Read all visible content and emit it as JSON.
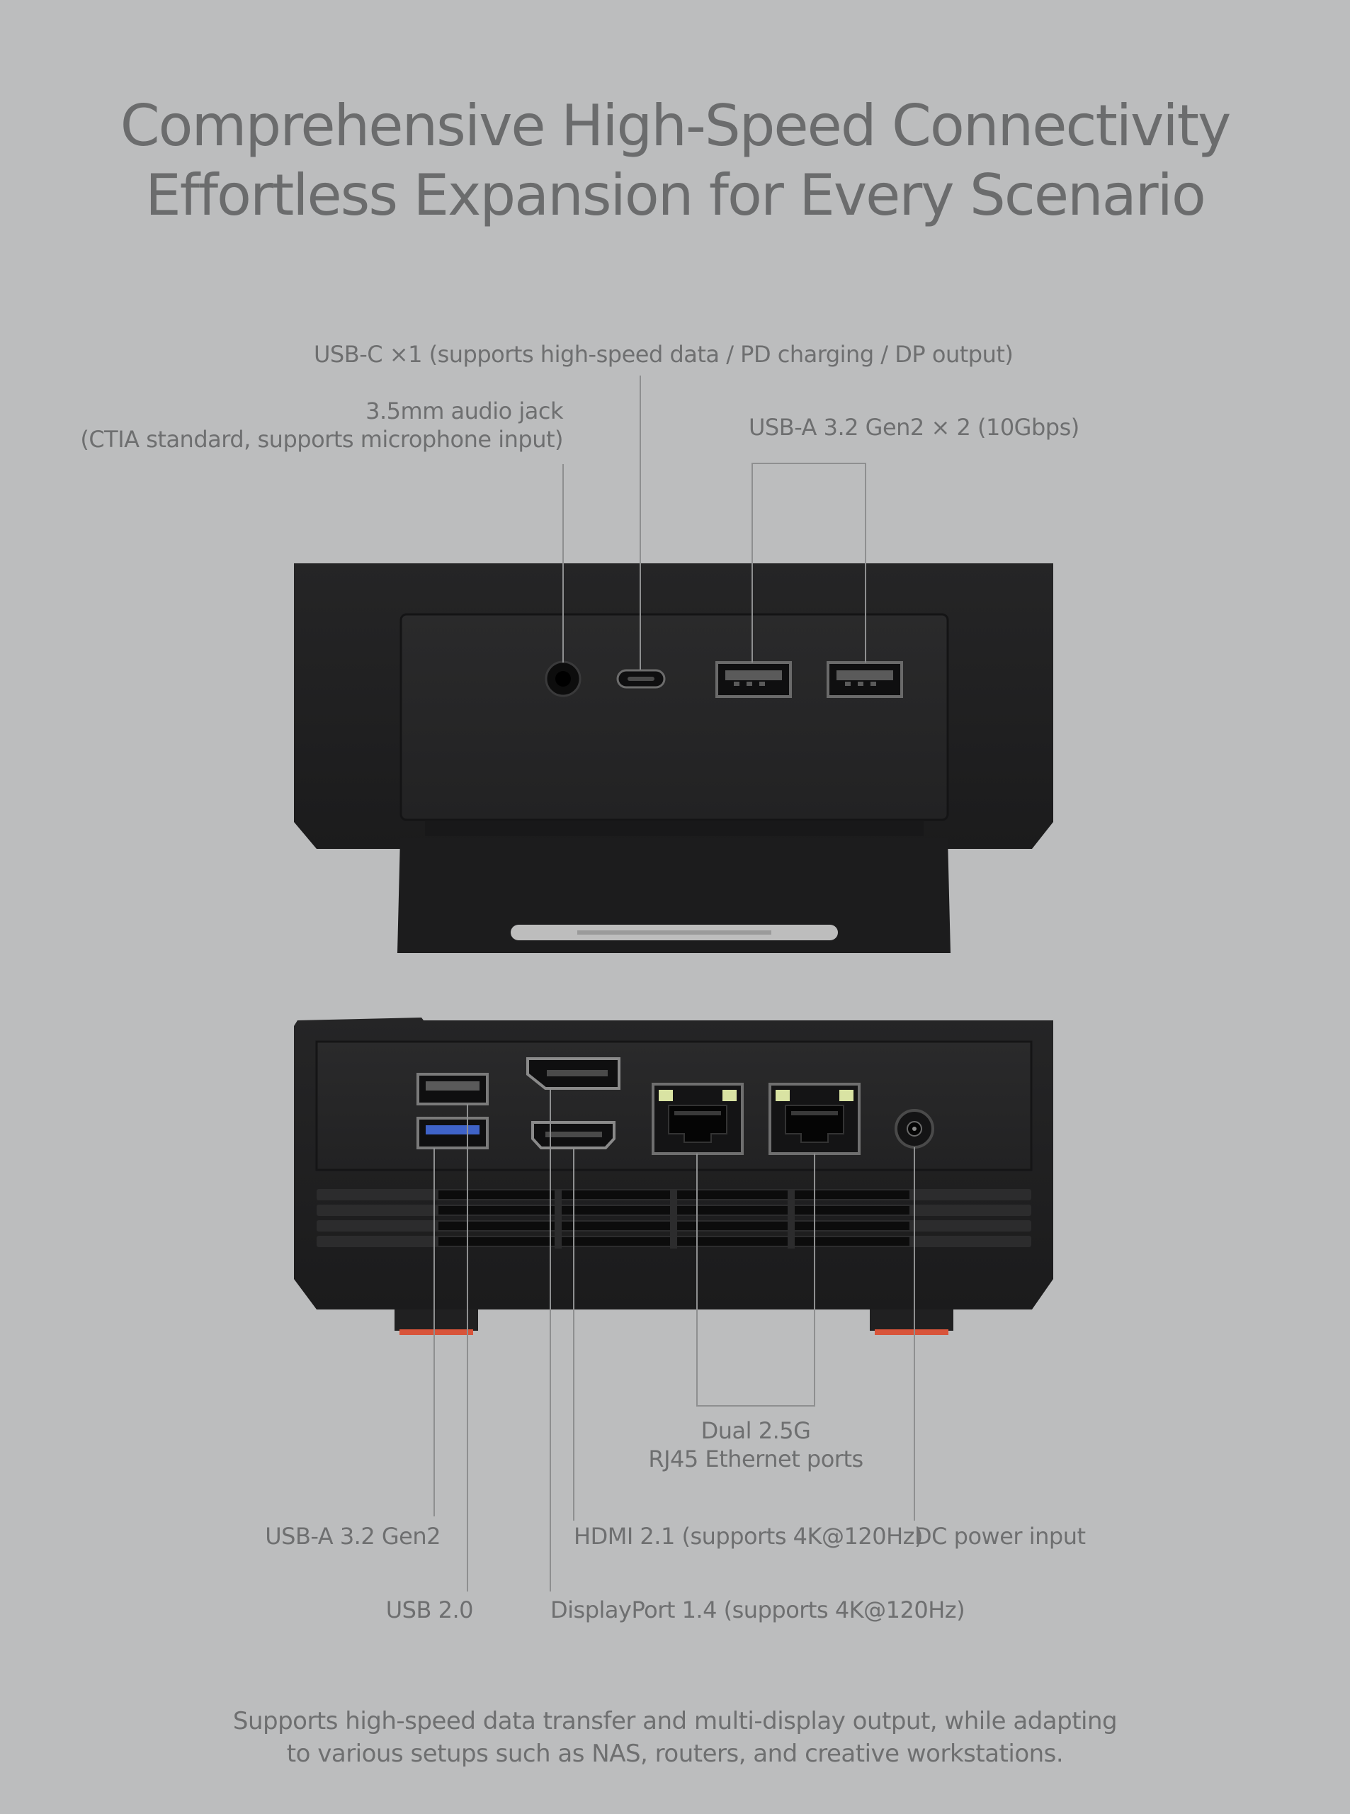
{
  "headline": {
    "line1": "Comprehensive High-Speed Connectivity",
    "line2": "Effortless Expansion for Every Scenario"
  },
  "front_labels": {
    "usb_c": "USB-C ×1 (supports high-speed data / PD charging / DP output)",
    "audio_line1": "3.5mm audio jack",
    "audio_line2": "(CTIA standard, supports microphone input)",
    "usb_a_front": "USB-A 3.2 Gen2 × 2 (10Gbps)"
  },
  "rear_labels": {
    "ethernet_line1": "Dual 2.5G",
    "ethernet_line2": "RJ45 Ethernet ports",
    "usb_a_rear": "USB-A 3.2 Gen2",
    "hdmi": "HDMI 2.1 (supports 4K@120Hz)",
    "dc": "DC power input",
    "usb2": "USB 2.0",
    "displayport": "DisplayPort 1.4 (supports 4K@120Hz)"
  },
  "caption": {
    "line1": "Supports high-speed data transfer and multi-display output, while adapting",
    "line2": "to various setups such as NAS, routers, and creative workstations."
  },
  "colors": {
    "background": "#bcbdbe",
    "device": "#1f1f20",
    "usb3_accent": "#3f63c8",
    "foot_accent": "#d8543a",
    "ethernet_led": "#d9e3a3"
  }
}
